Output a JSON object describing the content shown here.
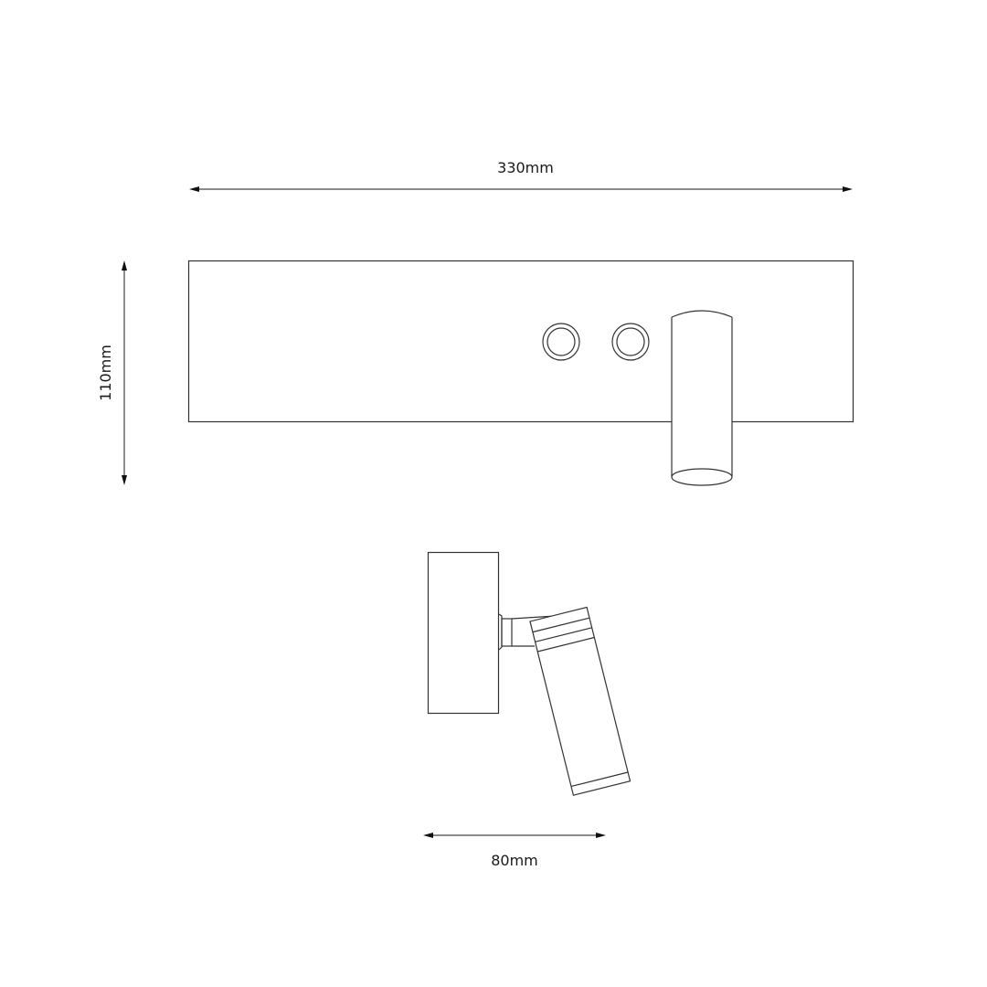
{
  "diagram": {
    "type": "technical-dimension-drawing",
    "subject": "wall-mounted reading light with backplate, two push buttons and adjustable spotlight",
    "colors": {
      "line": "#333333",
      "background": "#ffffff",
      "text": "#1a1a1a"
    },
    "dimensions": {
      "width": {
        "label": "330mm",
        "value": 330,
        "unit": "mm"
      },
      "height": {
        "label": "110mm",
        "value": 110,
        "unit": "mm"
      },
      "depth": {
        "label": "80mm",
        "value": 80,
        "unit": "mm"
      }
    },
    "views": [
      {
        "name": "front-view",
        "components": [
          "backplate",
          "button-1",
          "button-2",
          "spotlight-cylinder"
        ]
      },
      {
        "name": "side-view",
        "components": [
          "backplate-side",
          "swivel-joint",
          "arm",
          "tilted-spotlight-head"
        ]
      }
    ]
  }
}
